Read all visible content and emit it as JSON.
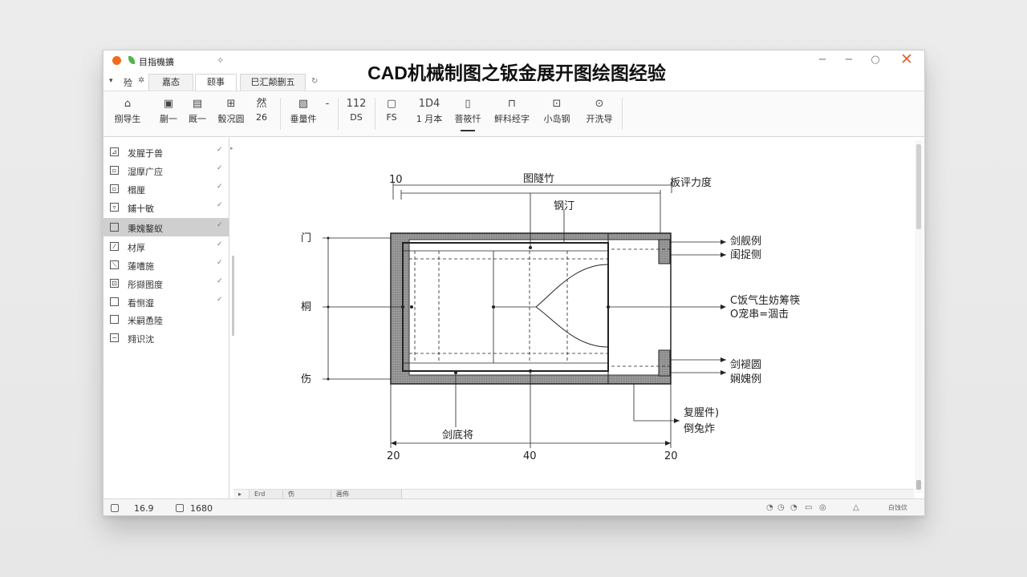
{
  "window": {
    "app_name": "目指機擴",
    "title": "CAD机械制图之钣金展开图绘图经验",
    "pin_icon": "pin-icon",
    "controls": {
      "minimize": "−",
      "restore": "−",
      "maximize": "○",
      "close": "✕"
    }
  },
  "menu": {
    "label": "殓",
    "arrow": "▾",
    "gear": "✲"
  },
  "tabs": [
    {
      "label": "嘉态",
      "active": false
    },
    {
      "label": "颐事",
      "active": true
    },
    {
      "label": "巳汇颠删五",
      "active": false
    }
  ],
  "tab_refresh": "↻",
  "ribbon": [
    {
      "icon": "⌂",
      "icon_name": "home-icon",
      "label": "捌导生"
    },
    {
      "icon": "▣",
      "icon_name": "frame-icon",
      "label": "蒯一"
    },
    {
      "icon": "▤",
      "icon_name": "page-icon",
      "label": "厩一"
    },
    {
      "icon": "⊞",
      "icon_name": "grid-icon",
      "label": "骰况圆"
    },
    {
      "icon": "然",
      "icon_name": "text-icon",
      "label": "26"
    },
    {
      "icon": "▧",
      "icon_name": "pattern-icon",
      "label": "垂量件"
    },
    {
      "icon": "-",
      "icon_name": "dash-icon",
      "label": ""
    },
    {
      "icon": "112",
      "icon_name": "number-icon",
      "label": "DS"
    },
    {
      "icon": "▢",
      "icon_name": "block-icon",
      "label": "FS"
    },
    {
      "icon": "1D4",
      "icon_name": "dimension-icon",
      "label": "1 月本"
    },
    {
      "icon": "▯",
      "icon_name": "sheet-icon",
      "label": "菩筱忏"
    },
    {
      "icon": "⊓",
      "icon_name": "bracket-icon",
      "label": "鲆科经字"
    },
    {
      "icon": "⊡",
      "icon_name": "tool-icon",
      "label": "小岛钢"
    },
    {
      "icon": "⊙",
      "icon_name": "target-icon",
      "label": "开洗导"
    }
  ],
  "sidebar": {
    "collapse_arrow": "▸",
    "items": [
      {
        "icon": "⊿",
        "label": "发腥于兽",
        "chevron": "✓",
        "selected": false
      },
      {
        "icon": "▫",
        "label": "湿摩广应",
        "chevron": "✓",
        "selected": false
      },
      {
        "icon": "▫",
        "label": "榻厘",
        "chevron": "✓",
        "selected": false
      },
      {
        "icon": "▿",
        "label": "鋪十敏",
        "chevron": "✓",
        "selected": false
      },
      {
        "icon": "",
        "label": "秉媿鍪蚁",
        "chevron": "✓",
        "selected": true
      },
      {
        "icon": "⁄",
        "label": "材厚",
        "chevron": "✓",
        "selected": false
      },
      {
        "icon": "⟍",
        "label": "蓮嘈施",
        "chevron": "✓",
        "selected": false
      },
      {
        "icon": "⊡",
        "label": "彤撷图度",
        "chevron": "✓",
        "selected": false
      },
      {
        "icon": "",
        "label": "看恻瀣",
        "chevron": "✓",
        "selected": false
      },
      {
        "icon": "",
        "label": "米嗣恿陸",
        "chevron": "",
        "selected": false
      },
      {
        "icon": "−",
        "label": "翙识沈",
        "chevron": "",
        "selected": false
      }
    ]
  },
  "drawing": {
    "top_left_dim": "10",
    "top_center_label": "图隧竹",
    "top_right_label": "板评力度",
    "inner_top_label": "钢汀",
    "left_labels": [
      "门",
      "桐",
      "伤"
    ],
    "right_labels": [
      "剑舰例",
      "闺捉侧",
      "C饭气生妨筹筷",
      "O宠串=涸击",
      "剑褪圆",
      "娴媿例"
    ],
    "bottom_right_labels": [
      "复腥件)",
      "倒兔炸"
    ],
    "bottom_label": "剑底将",
    "bottom_dims": [
      "20",
      "40",
      "20"
    ]
  },
  "bottom_tabs": [
    "Erd",
    "伤",
    "画佈"
  ],
  "bottom_tab_arrow": "▸",
  "statusbar": {
    "ratio": "16.9",
    "count": "1680",
    "right_icons": [
      "◔",
      "◷",
      "◔",
      "▭",
      "◎"
    ],
    "cloud_label": "△",
    "last_label": "白蚀佽"
  }
}
